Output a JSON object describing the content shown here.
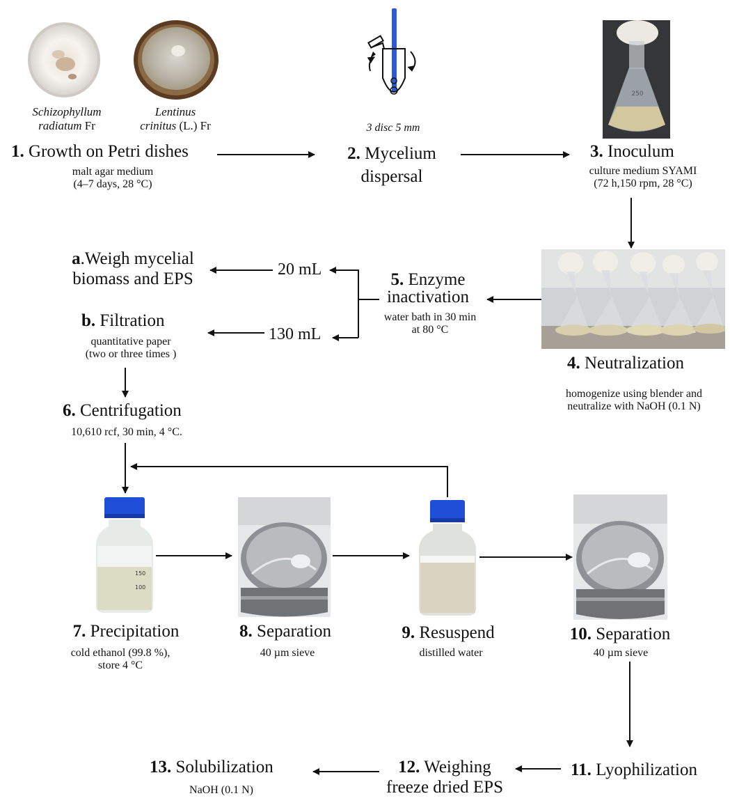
{
  "species": {
    "s1_genus": "Schizophyllum",
    "s1_epithet": "radiatum",
    "s1_author": "Fr",
    "s2_genus": "Lentinus",
    "s2_epithet": "crinitus",
    "s2_author": "(L.) Fr"
  },
  "steps": {
    "s1": {
      "num": "1.",
      "title": "Growth on Petri dishes",
      "d1": "malt agar medium",
      "d2": "(4–7 days, 28 °C)"
    },
    "s2": {
      "num": "2.",
      "t1": "Mycelium",
      "t2": "dispersal",
      "note": "3 disc 5 mm"
    },
    "s3": {
      "num": "3.",
      "title": "Inoculum",
      "d1": "culture medium SYAMI",
      "d2": "(72 h,150 rpm, 28 °C)"
    },
    "s4": {
      "num": "4.",
      "title": "Neutralization",
      "d1": "homogenize using blender and",
      "d2": "neutralize with NaOH (0.1 N)"
    },
    "s5": {
      "num": "5.",
      "t1": "Enzyme",
      "t2": "inactivation",
      "d1": "water bath in 30 min",
      "d2": "at 80 °C"
    },
    "sa": {
      "num": "a",
      "t1": ".Weigh mycelial",
      "t2": "biomass and EPS"
    },
    "sb": {
      "num": "b.",
      "title": "Filtration",
      "d1": "quantitative paper",
      "d2": "(two or three times )"
    },
    "vol1": "20 mL",
    "vol2": "130 mL",
    "s6": {
      "num": "6.",
      "title": "Centrifugation",
      "d1": "10,610 rcf, 30 min, 4 °C."
    },
    "s7": {
      "num": "7.",
      "title": "Precipitation",
      "d1": "cold ethanol (99.8 %),",
      "d2": "store 4 °C"
    },
    "s8": {
      "num": "8.",
      "title": "Separation",
      "d1": "40 µm sieve"
    },
    "s9": {
      "num": "9.",
      "title": "Resuspend",
      "d1": "distilled water"
    },
    "s10": {
      "num": "10.",
      "title": "Separation",
      "d1": "40 µm sieve"
    },
    "s11": {
      "num": "11.",
      "title": "Lyophilization"
    },
    "s12": {
      "num": "12.",
      "t1": "Weighing",
      "t2": "freeze dried EPS"
    },
    "s13": {
      "num": "13.",
      "title": "Solubilization",
      "d1": "NaOH (0.1 N)"
    }
  },
  "bottle_marks": {
    "m1": "150",
    "m2": "100"
  },
  "colors": {
    "ink": "#111111",
    "cap": "#1f4fd6",
    "tube": "#2a5bd7"
  }
}
